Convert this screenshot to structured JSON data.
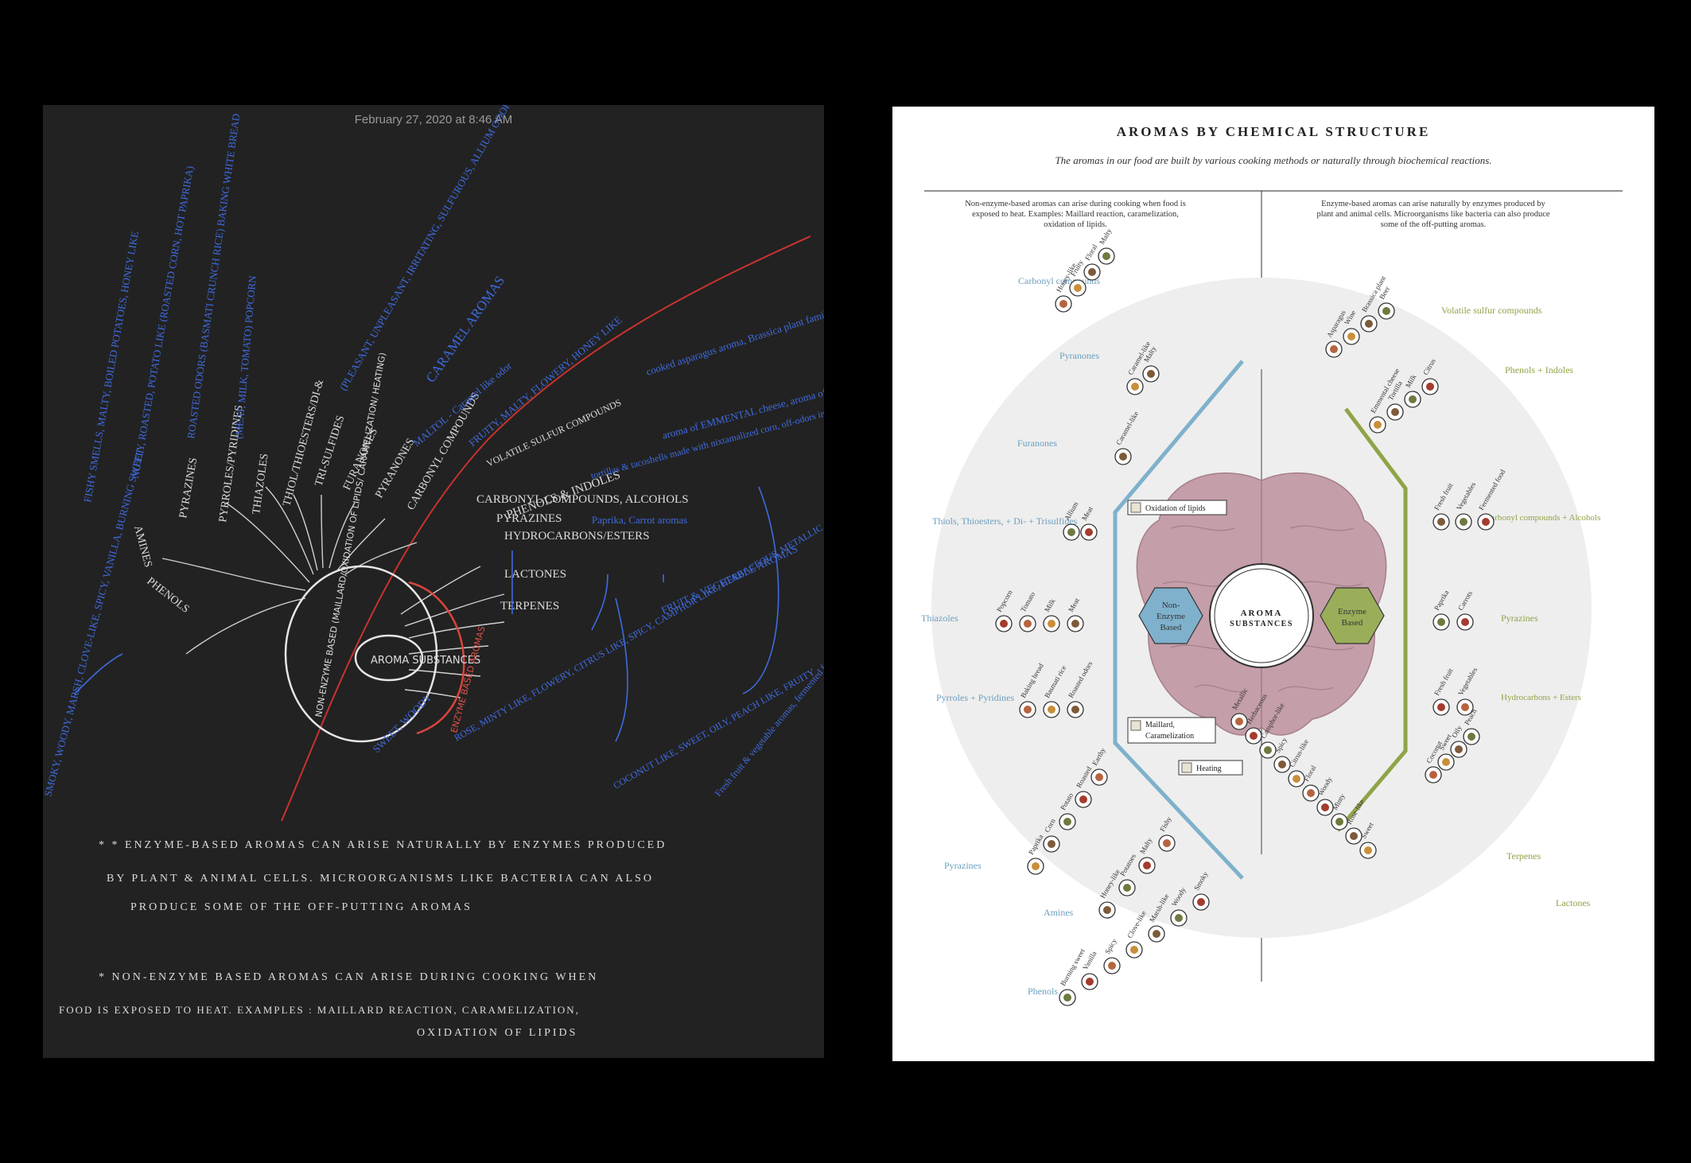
{
  "sketch": {
    "timestamp": "February 27, 2020 at 8:46 AM",
    "center_label": "AROMA SUBSTANCES",
    "non_enzyme_ring": "NON-ENZYME BASED (MAILLARD/OXIDATION OF LIPIDS/ CARAMELIZATION/ HEATING)",
    "enzyme_ring": "ENZYME BASED AROMAS",
    "left_branches": [
      "PHENOLS",
      "AMINES",
      "PYRAZINES",
      "PYRROLES/PYRIDINES",
      "THIAZOLES",
      "THIOL/THIOESTERS/DI-&",
      "TRI-SULFIDES",
      "FURANONES",
      "PYRANONES",
      "CARBONYL COMPOUNDS"
    ],
    "left_notes": [
      "FISHY SMELLS, MALTY, BOILED POTATOES, HONEY LIKE",
      "NUTTY, ROASTED, POTATO LIKE (ROASTED CORN, HOT PAPRIKA)",
      "ROASTED ODORS (BASMATI CRUNCH RICE) BAKING WHITE BREAD",
      "(MEAT, MILK, TOMATO) POPCORN",
      "(PLEASANT, UNPLEASANT, IRRITATING, SULFUROUS, ALLIUM ODORS)",
      "CARAMEL AROMAS",
      "MALTOL - Caramel like odor",
      "FRUITY, MALTY, FLOWERY, HONEY LIKE",
      "SMOKY, WOODY, MARSH, CLOVE-LIKE, SPICY, VANILLA, BURNING SWEET"
    ],
    "right_branches": [
      "VOLATILE SULFUR COMPOUNDS",
      "PHENOLS & INDOLES",
      "CARBONYL COMPOUNDS, ALCOHOLS",
      "PYRAZINES",
      "HYDROCARBONS/ESTERS",
      "LACTONES",
      "TERPENES"
    ],
    "right_notes": [
      "cooked asparagus aroma, Brassica plant family odors, some wine & beer odors",
      "aroma of EMMENTAL cheese, aroma of",
      "tortillas & tacoshells made with nixtamalized corn, off-odors in some foods like milk, citrus",
      "Paprika, Carrot aromas",
      "FRUIT & VEGETABLE AROMAS",
      "ROSE, MINTY LIKE, FLOWERY, CITRUS LIKE, SPICY, CAMPHOR LIKE, HERBACEOUS, METALLIC",
      "SWEET, WOODY",
      "COCONUT LIKE, SWEET, OILY, PEACH LIKE, FRUITY",
      "Fresh fruit & vegetable aromas, fermented foods"
    ],
    "footnote_enzyme": [
      "* * ENZYME-BASED AROMAS CAN ARISE NATURALLY BY ENZYMES PRODUCED",
      "BY PLANT & ANIMAL CELLS. MICROORGANISMS LIKE BACTERIA CAN ALSO",
      "PRODUCE SOME OF THE OFF-PUTTING AROMAS"
    ],
    "footnote_non_enzyme": [
      "* NON-ENZYME BASED AROMAS CAN ARISE DURING COOKING WHEN",
      "FOOD IS EXPOSED TO HEAT. EXAMPLES : MAILLARD REACTION, CARAMELIZATION,",
      "OXIDATION OF LIPIDS"
    ]
  },
  "infographic": {
    "title": "AROMAS BY CHEMICAL STRUCTURE",
    "subtitle": "The aromas in our food are built by various cooking methods or naturally through biochemical reactions.",
    "left_intro": "Non-enzyme-based aromas can arise during cooking when food is exposed to heat. Examples: Maillard reaction, caramelization, oxidation of lipids.",
    "right_intro": "Enzyme-based aromas can arise naturally by enzymes produced by plant and animal cells. Microorganisms like bacteria can also produce some of the off-putting aromas.",
    "center": [
      "AROMA",
      "SUBSTANCES"
    ],
    "hex_left": [
      "Non-",
      "Enzyme",
      "Based"
    ],
    "hex_right": [
      "Enzyme",
      "Based"
    ],
    "processes": [
      "Oxidation of lipids",
      "Maillard,",
      "Caramelization",
      "Heating"
    ],
    "left_categories": [
      {
        "name": "Carbonyl compounds",
        "items": [
          "Honey-like",
          "Fruity",
          "Floral",
          "Malty"
        ]
      },
      {
        "name": "Pyranones",
        "items": [
          "Caramel-like",
          "Malty"
        ]
      },
      {
        "name": "Furanones",
        "items": [
          "Caramel-like"
        ]
      },
      {
        "name": "Thiols, Thioesters, + Di- + Trisulfides",
        "items": [
          "Allium",
          "Meat"
        ]
      },
      {
        "name": "Thiazoles",
        "items": [
          "Popcorn",
          "Tomato",
          "Milk",
          "Meat"
        ]
      },
      {
        "name": "Pyrroles + Pyridines",
        "items": [
          "Baking bread",
          "Basmati rice",
          "Roasted odors"
        ]
      },
      {
        "name": "Pyrazines",
        "items": [
          "Paprika",
          "Corn",
          "Potato",
          "Roasted",
          "Earthy"
        ]
      },
      {
        "name": "Amines",
        "items": [
          "Honey-like",
          "Potatoes",
          "Malty",
          "Fishy"
        ]
      },
      {
        "name": "Phenols",
        "items": [
          "Burning sweet",
          "Vanilla",
          "Spicy",
          "Clove-like",
          "Marsh-like",
          "Woody",
          "Smoky"
        ]
      }
    ],
    "right_categories": [
      {
        "name": "Volatile sulfur compounds",
        "items": [
          "Asparagus",
          "Wine",
          "Brassica plant",
          "Beer"
        ]
      },
      {
        "name": "Phenols + Indoles",
        "items": [
          "Emmental cheese",
          "Tortilla",
          "Milk",
          "Citrus"
        ]
      },
      {
        "name": "Carbonyl compounds + Alcohols",
        "items": [
          "Fresh fruit",
          "Vegetables",
          "Fermented food"
        ]
      },
      {
        "name": "Pyrazines",
        "items": [
          "Paprika",
          "Carrots"
        ]
      },
      {
        "name": "Hydrocarbons + Esters",
        "items": [
          "Fresh fruit",
          "Vegetables"
        ]
      },
      {
        "name": "Terpenes",
        "items": [
          "Coconut",
          "Sweet",
          "Oily",
          "Peach"
        ]
      },
      {
        "name": "Lactones",
        "items": [
          "Sweet",
          "Rose-like",
          "Minty",
          "Woody",
          "Floral",
          "Citrus-like",
          "Spicy",
          "Camphor-like",
          "Herbaceous",
          "Metallic"
        ]
      }
    ],
    "colors": {
      "blue": "#7fb1cc",
      "green": "#8fa448",
      "brain": "#c49ea8",
      "hex_blue": "#7fb1cc",
      "hex_green": "#9aae5a"
    }
  }
}
